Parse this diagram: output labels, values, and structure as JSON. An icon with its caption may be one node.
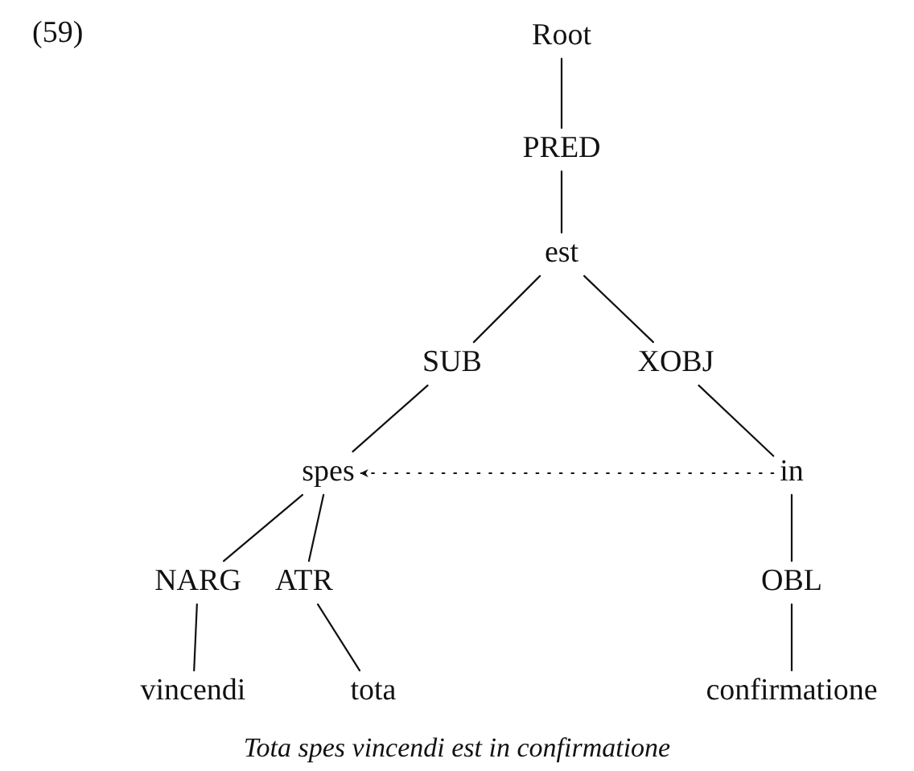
{
  "diagram": {
    "caption": "Tota spes vincendi est in confirmatione",
    "nodes": [
      {
        "text": [
          "Root"
        ]
      },
      {
        "text": [
          "PRED"
        ]
      },
      {
        "text": [
          "est"
        ]
      },
      {
        "text": [
          "SUB"
        ]
      },
      {
        "text": [
          "XOBJ"
        ]
      },
      {
        "text": [
          "spes"
        ]
      },
      {
        "text": [
          "in"
        ]
      },
      {
        "text": [
          "NARG"
        ]
      },
      {
        "text": [
          "ATR"
        ]
      },
      {
        "text": [
          "OBL"
        ]
      },
      {
        "text": [
          "vincendi"
        ]
      },
      {
        "text": [
          "tota"
        ]
      },
      {
        "text": [
          "confirmatione"
        ]
      }
    ],
    "edges": [
      {
        "from": 0,
        "to": 1,
        "arrow": "none"
      },
      {
        "from": 1,
        "to": 2,
        "arrow": "none"
      },
      {
        "from": 2,
        "to": 3,
        "arrow": "none"
      },
      {
        "from": 2,
        "to": 4,
        "arrow": "none"
      },
      {
        "from": 3,
        "to": 5,
        "arrow": "none"
      },
      {
        "from": 4,
        "to": 6,
        "arrow": "none"
      },
      {
        "from": 6,
        "to": 5,
        "arrow": "to",
        "style": "dashed"
      },
      {
        "from": 5,
        "to": 7,
        "arrow": "none"
      },
      {
        "from": 5,
        "to": 8,
        "arrow": "none"
      },
      {
        "from": 7,
        "to": 10,
        "arrow": "none"
      },
      {
        "from": 8,
        "to": 11,
        "arrow": "none"
      },
      {
        "from": 6,
        "to": 9,
        "arrow": "none"
      },
      {
        "from": 9,
        "to": 12,
        "arrow": "none"
      }
    ],
    "labels": [
      "(59)"
    ]
  }
}
